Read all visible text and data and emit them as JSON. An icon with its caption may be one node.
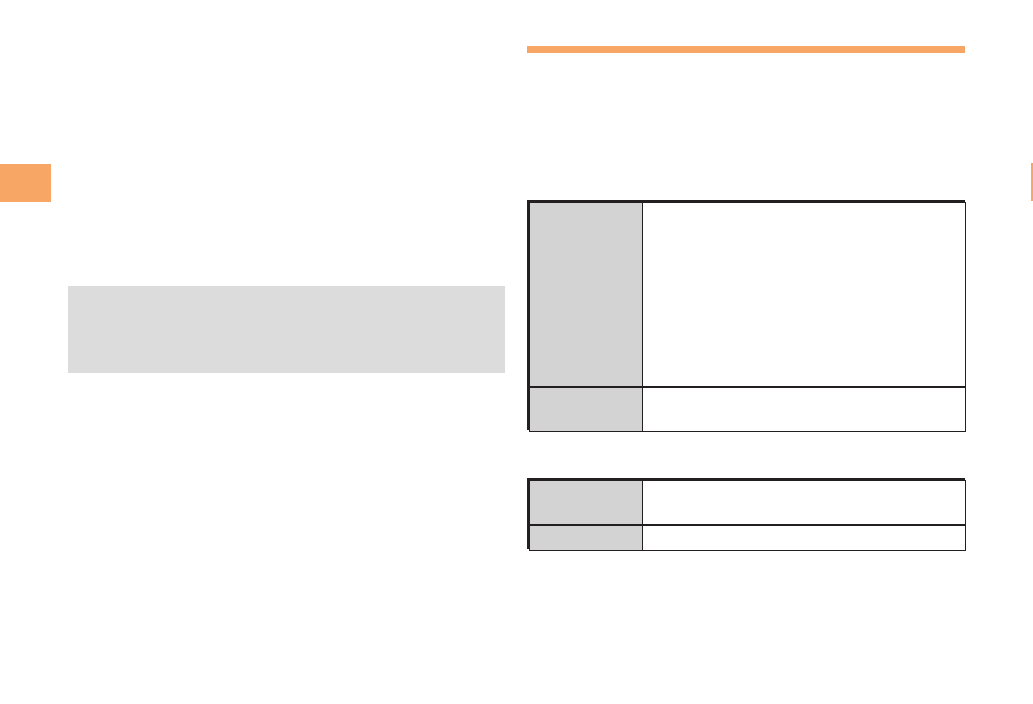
{
  "diagram": {
    "nodes": [
      {
        "text": [],
        "shape": "box"
      },
      {
        "text": [],
        "shape": "box"
      },
      {
        "text": [],
        "shape": "box",
        "in": 1
      },
      {
        "text": [],
        "shape": "box",
        "in": 1
      },
      {
        "text": [],
        "shape": "box",
        "in": 1
      },
      {
        "text": [],
        "shape": "box",
        "in": 1
      },
      {
        "text": [],
        "shape": "box"
      },
      {
        "text": [],
        "shape": "box",
        "in": 6
      },
      {
        "text": [],
        "shape": "box",
        "in": 6
      },
      {
        "text": [],
        "shape": "box",
        "in": 6
      },
      {
        "text": [],
        "shape": "box",
        "in": 6
      }
    ]
  }
}
